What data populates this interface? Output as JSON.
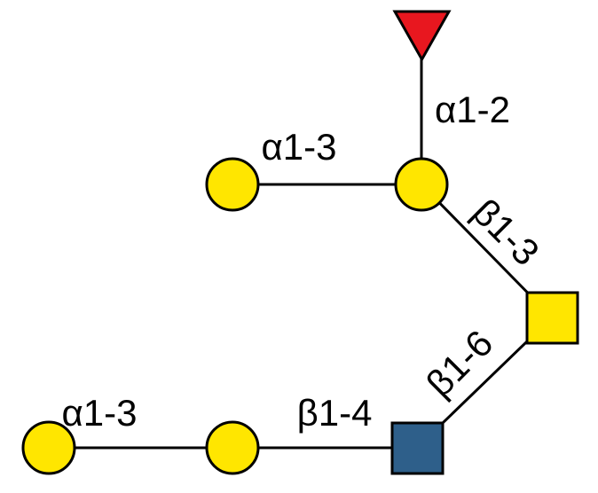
{
  "diagram": {
    "type": "glycan-structure",
    "colors": {
      "yellow": "#FFE600",
      "red": "#E8171F",
      "blue": "#2E5F8A",
      "bond": "#000000",
      "background": "#FFFFFF"
    },
    "linkage_labels": {
      "alpha12": "α1-2",
      "alpha13_top": "α1-3",
      "beta13": "β1-3",
      "beta16": "β1-6",
      "beta14": "β1-4",
      "alpha13_bottom": "α1-3"
    },
    "nodes": [
      {
        "shape": "triangle",
        "color": "red"
      },
      {
        "shape": "circle",
        "color": "yellow"
      },
      {
        "shape": "circle",
        "color": "yellow"
      },
      {
        "shape": "square",
        "color": "yellow"
      },
      {
        "shape": "square",
        "color": "blue"
      },
      {
        "shape": "circle",
        "color": "yellow"
      },
      {
        "shape": "circle",
        "color": "yellow"
      }
    ]
  }
}
